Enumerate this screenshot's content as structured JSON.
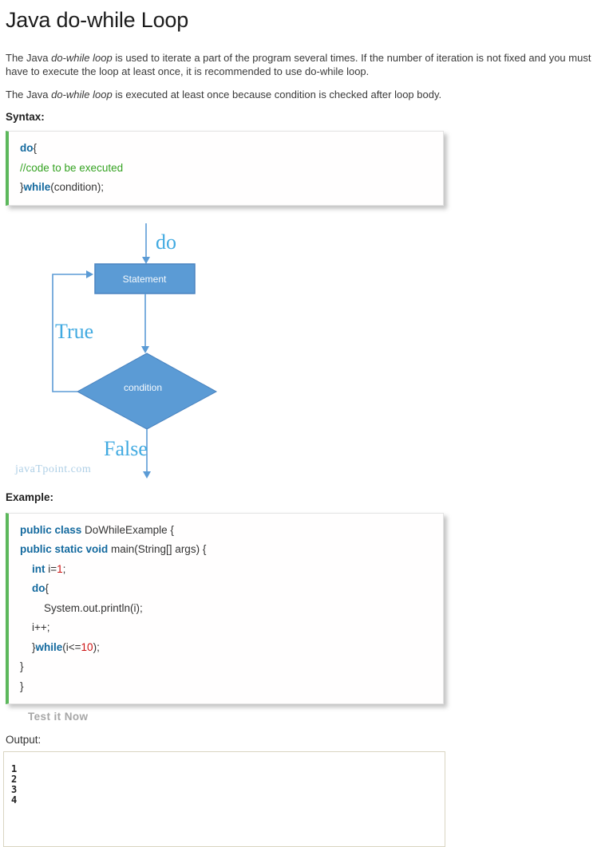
{
  "page": {
    "title": "Java do-while Loop"
  },
  "colors": {
    "keyword_blue": "#13699e",
    "comment_green": "#36a323",
    "number_red": "#cc1111",
    "code_border_green": "#5cb85c",
    "flowchart_fill_blue": "#5b9bd5",
    "flowchart_stroke_blue": "#4a84c0",
    "flow_label_blue": "#41aae1",
    "watermark_blue": "#aecfe6",
    "test_link_gray": "#a6a6a6"
  },
  "intro": {
    "p1": {
      "before": "The Java ",
      "em": "do-while loop",
      "after": " is used to iterate a part of the program several times. If the number of iteration is not fixed and you must have to execute the loop at least once, it is recommended to use do-while loop."
    },
    "p2": {
      "before": "The Java ",
      "em": "do-while loop",
      "after": " is executed at least once because condition is checked after loop body."
    }
  },
  "syntax": {
    "heading": "Syntax:",
    "code": [
      [
        {
          "c": "kw",
          "t": "do"
        },
        {
          "c": "pl",
          "t": "{"
        }
      ],
      [
        {
          "c": "cm",
          "t": "//code to be executed"
        }
      ],
      [
        {
          "c": "pl",
          "t": "}"
        },
        {
          "c": "kw",
          "t": "while"
        },
        {
          "c": "pl",
          "t": "(condition);"
        }
      ]
    ]
  },
  "flowchart": {
    "do_label": "do",
    "statement_label": "Statement",
    "true_label": "True",
    "condition_label": "condition",
    "false_label": "False",
    "watermark": "javaTpoint.com"
  },
  "example": {
    "heading": "Example:",
    "code": [
      [
        {
          "c": "kw",
          "t": "public class"
        },
        {
          "c": "pl",
          "t": " DoWhileExample {"
        }
      ],
      [
        {
          "c": "kw",
          "t": "public static void"
        },
        {
          "c": "pl",
          "t": " main(String[] args) {"
        }
      ],
      [
        {
          "c": "pl",
          "t": "    "
        },
        {
          "c": "kw",
          "t": "int"
        },
        {
          "c": "pl",
          "t": " i="
        },
        {
          "c": "num",
          "t": "1"
        },
        {
          "c": "pl",
          "t": ";"
        }
      ],
      [
        {
          "c": "pl",
          "t": "    "
        },
        {
          "c": "kw",
          "t": "do"
        },
        {
          "c": "pl",
          "t": "{"
        }
      ],
      [
        {
          "c": "pl",
          "t": "        System.out.println(i);"
        }
      ],
      [
        {
          "c": "pl",
          "t": "    i++;"
        }
      ],
      [
        {
          "c": "pl",
          "t": "    }"
        },
        {
          "c": "kw",
          "t": "while"
        },
        {
          "c": "pl",
          "t": "(i<="
        },
        {
          "c": "num",
          "t": "10"
        },
        {
          "c": "pl",
          "t": ");"
        }
      ],
      [
        {
          "c": "pl",
          "t": "}"
        }
      ],
      [
        {
          "c": "pl",
          "t": "}"
        }
      ]
    ],
    "test_button": "Test it Now"
  },
  "output": {
    "label": "Output:",
    "lines": [
      "1",
      "2",
      "3",
      "4"
    ]
  }
}
